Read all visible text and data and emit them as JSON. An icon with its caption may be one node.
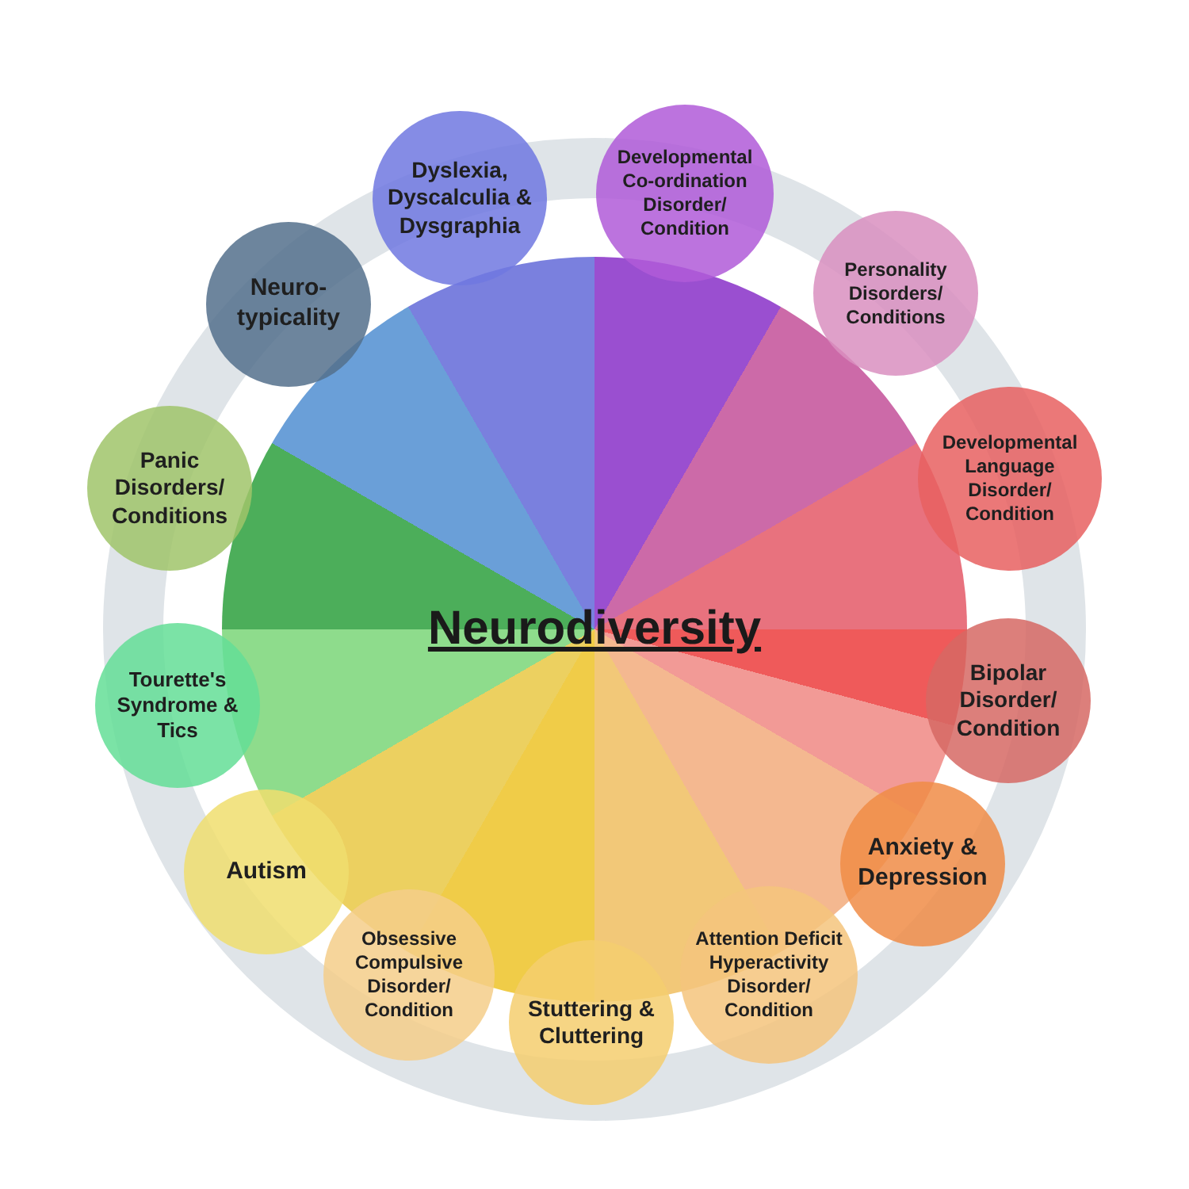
{
  "diagram": {
    "nodes": [
      {
        "text": [
          "Neurodiversity"
        ]
      },
      {
        "text": [
          "Dyslexia, Dyscalculia & Dysgraphia"
        ]
      },
      {
        "text": [
          "Developmental Co-ordination Disorder/ Condition"
        ]
      },
      {
        "text": [
          "Personality Disorders/ Conditions"
        ]
      },
      {
        "text": [
          "Developmental Language Disorder/ Condition"
        ]
      },
      {
        "text": [
          "Bipolar Disorder/ Condition"
        ]
      },
      {
        "text": [
          "Anxiety & Depression"
        ]
      },
      {
        "text": [
          "Attention Deficit Hyperactivity Disorder/ Condition"
        ]
      },
      {
        "text": [
          "Stuttering & Cluttering"
        ]
      },
      {
        "text": [
          "Obsessive Compulsive Disorder/ Condition"
        ]
      },
      {
        "text": [
          "Autism"
        ]
      },
      {
        "text": [
          "Tourette's Syndrome & Tics"
        ]
      },
      {
        "text": [
          "Panic Disorders/ Conditions"
        ]
      },
      {
        "text": [
          "Neuro-typicality"
        ]
      }
    ],
    "edges": []
  }
}
